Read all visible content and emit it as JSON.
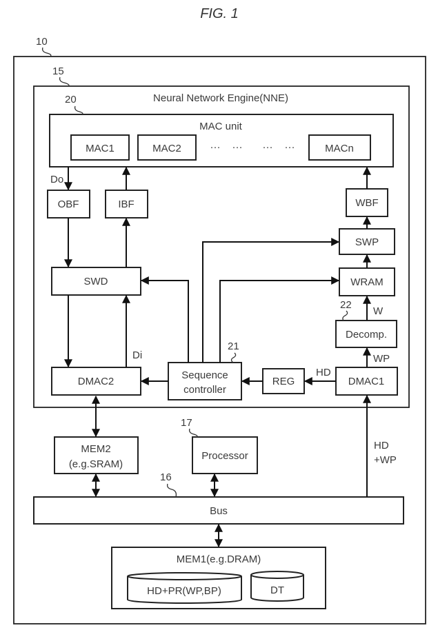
{
  "figure": {
    "title": "FIG.  1"
  },
  "refs": {
    "system": "10",
    "nne": "15",
    "bus": "16",
    "processor": "17",
    "mac_unit": "20",
    "sequence_controller": "21",
    "decomp": "22"
  },
  "nne": {
    "label": "Neural Network Engine(NNE)",
    "mac_unit": {
      "label": "MAC unit",
      "cells": [
        "MAC1",
        "MAC2",
        "MACn"
      ],
      "ellipsis": [
        "···",
        "···",
        "···",
        "···"
      ]
    },
    "blocks": {
      "obf": "OBF",
      "ibf": "IBF",
      "wbf": "WBF",
      "swp": "SWP",
      "swd": "SWD",
      "wram": "WRAM",
      "decomp": "Decomp.",
      "dmac2": "DMAC2",
      "dmac1": "DMAC1",
      "reg": "REG",
      "sequence_controller": [
        "Sequence",
        "controller"
      ]
    },
    "signals": {
      "do": "Do",
      "di": "Di",
      "w": "W",
      "wp": "WP",
      "hd": "HD"
    }
  },
  "system": {
    "mem2": [
      "MEM2",
      "(e.g.SRAM)"
    ],
    "processor": "Processor",
    "bus": "Bus",
    "hd_wp": [
      "HD",
      "+WP"
    ],
    "mem1": {
      "label": "MEM1(e.g.DRAM)",
      "stores": [
        "HD+PR(WP,BP)",
        "DT"
      ]
    }
  }
}
